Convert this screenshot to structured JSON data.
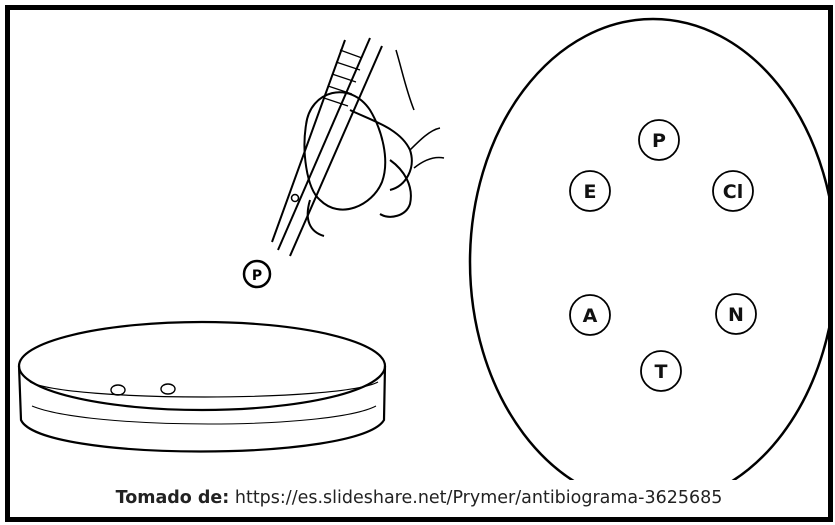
{
  "plate": {
    "discs": [
      {
        "id": "P",
        "label": "P"
      },
      {
        "id": "E",
        "label": "E"
      },
      {
        "id": "Cl",
        "label": "Cl"
      },
      {
        "id": "A",
        "label": "A"
      },
      {
        "id": "N",
        "label": "N"
      },
      {
        "id": "T",
        "label": "T"
      }
    ]
  },
  "forceps_disc": {
    "label": "P"
  },
  "caption": {
    "prefix": "Tomado de:",
    "url": " https://es.slideshare.net/Prymer/antibiograma-3625685"
  },
  "colors": {
    "ink": "#000000",
    "background": "#ffffff",
    "frame": "#000000"
  }
}
